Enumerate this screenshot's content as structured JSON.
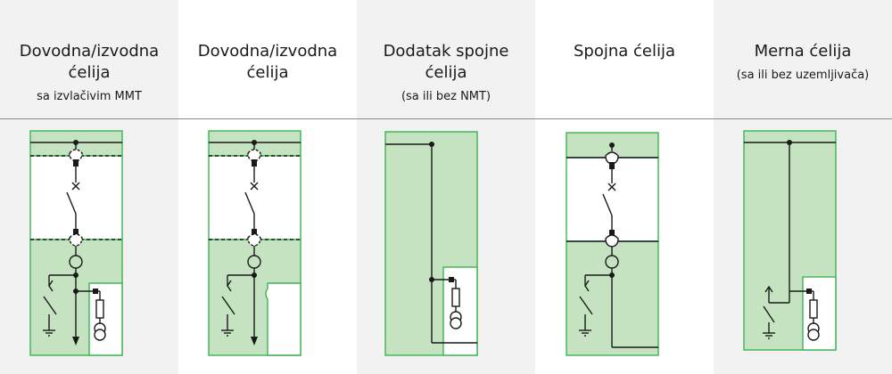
{
  "cells": [
    {
      "title": "Dovodna/izvodna ćelija",
      "subtitle": "sa izvlačivim MMT"
    },
    {
      "title": "Dovodna/izvodna ćelija",
      "subtitle": ""
    },
    {
      "title": "Dodatak spojne ćelija",
      "subtitle": "(sa ili bez NMT)"
    },
    {
      "title": "Spojna ćelija",
      "subtitle": ""
    },
    {
      "title": "Merna ćelija",
      "subtitle": "(sa ili bez uzemljivača)"
    }
  ],
  "colors": {
    "green_fill": "#c5e3c0",
    "green_border": "#3cb454",
    "line": "#1a1a1a",
    "shade": "#f2f2f2"
  }
}
